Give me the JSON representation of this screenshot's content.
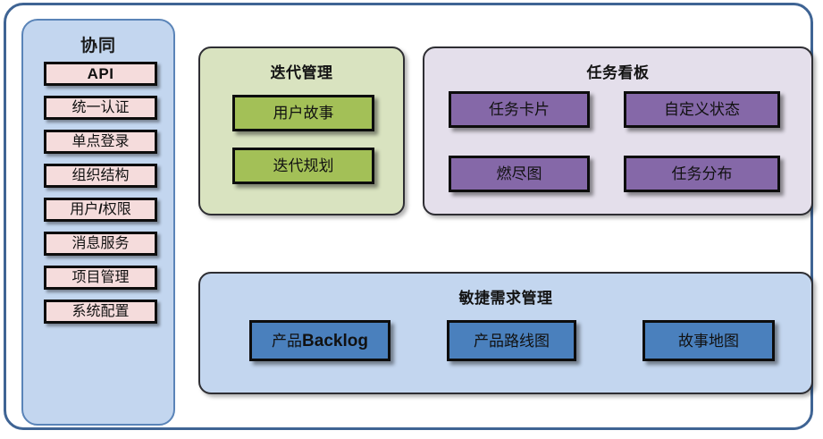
{
  "colors": {
    "frame_border": "#3f6494",
    "sidebar_fill": "#c3d6ef",
    "sidebar_border": "#5a84b8",
    "sidebar_item_fill": "#f5dcdc",
    "iteration_group_fill": "#d9e3c0",
    "iteration_card_fill": "#a3c057",
    "taskboard_group_fill": "#e4dfeb",
    "taskboard_card_fill": "#8568a8",
    "agile_group_fill": "#c3d6ef",
    "agile_card_fill": "#4a80bd",
    "card_border": "#0d0d0d",
    "group_border": "#2e2e33"
  },
  "sidebar": {
    "title": "协同",
    "items": [
      {
        "label": "API"
      },
      {
        "label": "统一认证"
      },
      {
        "label": "单点登录"
      },
      {
        "label": "组织结构"
      },
      {
        "label_prefix": "用户",
        "label_bold": "/",
        "label_suffix": "权限"
      },
      {
        "label": "消息服务"
      },
      {
        "label": "项目管理"
      },
      {
        "label": "系统配置"
      }
    ]
  },
  "groups": {
    "iteration": {
      "title": "迭代管理",
      "cards": [
        {
          "label": "用户故事"
        },
        {
          "label": "迭代规划"
        }
      ]
    },
    "taskboard": {
      "title": "任务看板",
      "cards": [
        {
          "label": "任务卡片"
        },
        {
          "label": "自定义状态"
        },
        {
          "label": "燃尽图"
        },
        {
          "label": "任务分布"
        }
      ]
    },
    "agile": {
      "title": "敏捷需求管理",
      "cards": [
        {
          "label_prefix": "产品",
          "label_bold": "Backlog"
        },
        {
          "label": "产品路线图"
        },
        {
          "label": "故事地图"
        }
      ]
    }
  }
}
